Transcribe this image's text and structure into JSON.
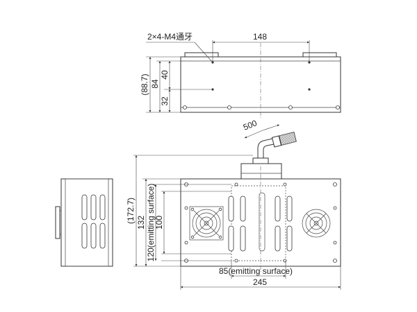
{
  "top_view": {
    "thread_note": "2×4-M4通牙",
    "width_label": "148",
    "height_total_label": "(88.7)",
    "height_84_label": "84",
    "height_40_label": "40",
    "height_32_label": "32"
  },
  "cable": {
    "length_label": "500"
  },
  "front_view": {
    "height_total_label": "(172.7)",
    "height_132_label": "132",
    "emit_height_label": "120(emitting surface)",
    "height_100_label": "100",
    "emit_width_label": "85(emitting surface)",
    "width_label": "245"
  }
}
